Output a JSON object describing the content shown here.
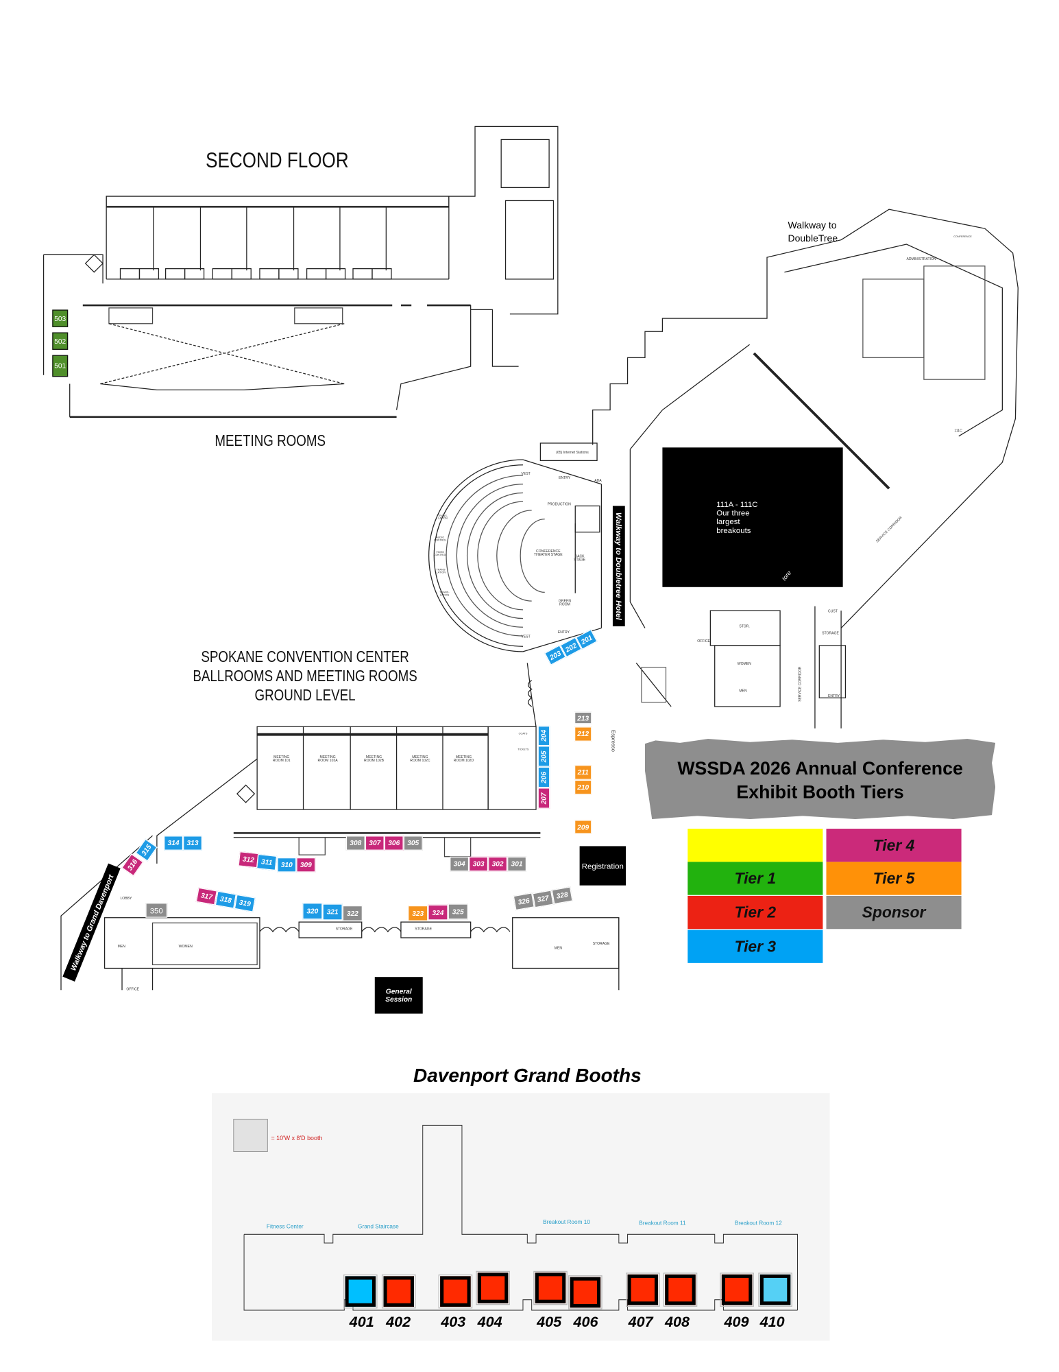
{
  "second_floor": {
    "title": "SECOND FLOOR",
    "meeting_rooms_label": "MEETING ROOMS"
  },
  "north": {
    "walkway_doubletree_line1": "Walkway to",
    "walkway_doubletree_line2": "DoubleTree",
    "breakout_box": [
      "111A - 111C",
      "Our three",
      "largest",
      "breakouts"
    ],
    "store_fragment": "tore",
    "labels": {
      "internet": "(65) Internet Stations",
      "vest_top": "VEST",
      "entry_top": "ENTRY",
      "ada": "ADA",
      "production": "PRODUCTION",
      "stage": "CONFERENCE THEATER STAGE",
      "back_stage": "BACK STAGE",
      "green_room": "GREEN ROOM",
      "entry_bottom": "ENTRY",
      "vest_bottom": "VEST",
      "translation1": "TRANS-LATION",
      "audio": "AUDIO CONTROL",
      "video": "VIDEO CONTROL",
      "translation2": "TRANS-LATION",
      "translation3": "TRANS-LATION",
      "office": "OFFICE",
      "stor": "STOR.",
      "women": "WOMEN",
      "men": "MEN",
      "service_corridor": "SERVICE CORRIDOR",
      "cust": "CUST",
      "storage": "STORAGE",
      "entry_east": "ENTRY",
      "room_111c": "111C",
      "administration": "ADMINISTRATION",
      "conference": "CONFERENCE"
    },
    "walkway_doubletree_hotel": "Walkway to Doubletree Hotel"
  },
  "ground": {
    "title_lines": [
      "SPOKANE CONVENTION CENTER",
      "BALLROOMS AND MEETING ROOMS",
      "GROUND LEVEL"
    ],
    "meeting_rooms": [
      "MEETING ROOM 101",
      "MEETING ROOM 102A",
      "MEETING ROOM 102B",
      "MEETING ROOM 102C",
      "MEETING ROOM 102D"
    ],
    "espresso": "Espresso",
    "registration": "Registration",
    "general_session_line1": "General",
    "general_session_line2": "Session",
    "walkway_davenport": "Walkway to Grand Davenport",
    "labels": {
      "lobby": "LOBBY",
      "men_w": "MEN",
      "women": "WOMEN",
      "office": "OFFICE",
      "storage1": "STORAGE",
      "storage2": "STORAGE",
      "men_e": "MEN",
      "storage_e": "STORAGE",
      "coats": "COATS",
      "tickets": "TICKETS"
    }
  },
  "legend": {
    "title_line1": "WSSDA 2026 Annual Conference",
    "title_line2": "Exhibit Booth Tiers",
    "tiers": [
      {
        "key": "blank",
        "label": "",
        "color": "#ffff00"
      },
      {
        "key": "tier1",
        "label": "Tier 1",
        "color": "#22b20e"
      },
      {
        "key": "tier2",
        "label": "Tier 2",
        "color": "#ec2214"
      },
      {
        "key": "tier3",
        "label": "Tier 3",
        "color": "#00a2f4"
      },
      {
        "key": "tier4",
        "label": "Tier 4",
        "color": "#cb2a7a"
      },
      {
        "key": "tier5",
        "label": "Tier 5",
        "color": "#ff9108"
      },
      {
        "key": "sponsor",
        "label": "Sponsor",
        "color": "#8e8e8e"
      }
    ]
  },
  "booths": [
    {
      "num": "201",
      "tier": "tier3"
    },
    {
      "num": "202",
      "tier": "tier3"
    },
    {
      "num": "203",
      "tier": "tier3"
    },
    {
      "num": "204",
      "tier": "tier3"
    },
    {
      "num": "205",
      "tier": "tier3"
    },
    {
      "num": "206",
      "tier": "tier3"
    },
    {
      "num": "207",
      "tier": "tier4"
    },
    {
      "num": "209",
      "tier": "tier5"
    },
    {
      "num": "210",
      "tier": "tier5"
    },
    {
      "num": "211",
      "tier": "tier5"
    },
    {
      "num": "212",
      "tier": "tier5"
    },
    {
      "num": "213",
      "tier": "sponsor"
    },
    {
      "num": "301",
      "tier": "sponsor"
    },
    {
      "num": "302",
      "tier": "tier4"
    },
    {
      "num": "303",
      "tier": "tier4"
    },
    {
      "num": "304",
      "tier": "sponsor"
    },
    {
      "num": "305",
      "tier": "sponsor"
    },
    {
      "num": "306",
      "tier": "tier4"
    },
    {
      "num": "307",
      "tier": "tier4"
    },
    {
      "num": "308",
      "tier": "sponsor"
    },
    {
      "num": "309",
      "tier": "tier4"
    },
    {
      "num": "310",
      "tier": "tier3"
    },
    {
      "num": "311",
      "tier": "tier3"
    },
    {
      "num": "312",
      "tier": "tier4"
    },
    {
      "num": "313",
      "tier": "tier3"
    },
    {
      "num": "314",
      "tier": "tier3"
    },
    {
      "num": "315",
      "tier": "tier3"
    },
    {
      "num": "316",
      "tier": "tier4"
    },
    {
      "num": "317",
      "tier": "tier4"
    },
    {
      "num": "318",
      "tier": "tier3"
    },
    {
      "num": "319",
      "tier": "tier3"
    },
    {
      "num": "320",
      "tier": "tier3"
    },
    {
      "num": "321",
      "tier": "tier3"
    },
    {
      "num": "322",
      "tier": "sponsor"
    },
    {
      "num": "323",
      "tier": "tier5"
    },
    {
      "num": "324",
      "tier": "tier4"
    },
    {
      "num": "325",
      "tier": "sponsor"
    },
    {
      "num": "326",
      "tier": "sponsor"
    },
    {
      "num": "327",
      "tier": "sponsor"
    },
    {
      "num": "328",
      "tier": "sponsor"
    },
    {
      "num": "350",
      "tier": "sponsor"
    },
    {
      "num": "501",
      "tier": "tier1"
    },
    {
      "num": "502",
      "tier": "tier1"
    },
    {
      "num": "503",
      "tier": "tier1"
    }
  ],
  "davenport": {
    "title": "Davenport Grand Booths",
    "booth_key": "= 10'W x 8'D booth",
    "rooms": [
      "Fitness Center",
      "Grand Staircase",
      "Breakout Room 10",
      "Breakout Room 11",
      "Breakout Room 12"
    ],
    "booths": [
      {
        "num": "401",
        "tier": "tier3",
        "color": "#00bfff"
      },
      {
        "num": "402",
        "tier": "tier2",
        "color": "#ff2a00"
      },
      {
        "num": "403",
        "tier": "tier2",
        "color": "#ff2a00"
      },
      {
        "num": "404",
        "tier": "tier2",
        "color": "#ff2a00"
      },
      {
        "num": "405",
        "tier": "tier2",
        "color": "#ff2a00"
      },
      {
        "num": "406",
        "tier": "tier2",
        "color": "#ff2a00"
      },
      {
        "num": "407",
        "tier": "tier2",
        "color": "#ff2a00"
      },
      {
        "num": "408",
        "tier": "tier2",
        "color": "#ff2a00"
      },
      {
        "num": "409",
        "tier": "tier2",
        "color": "#ff2a00"
      },
      {
        "num": "410",
        "tier": "tier3",
        "color": "#55d0f5"
      }
    ]
  }
}
